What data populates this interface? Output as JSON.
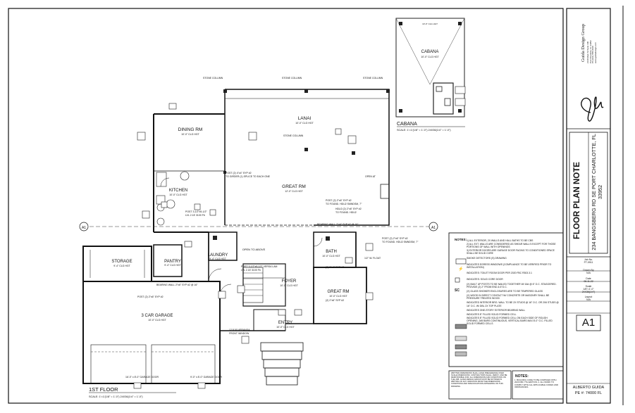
{
  "plan": {
    "floor_title": "1ST FLOOR",
    "scale": "SCALE: 1'=1'(1/8\" = 1'-0\") 24X36(1/4\" = 1'-0\")",
    "rooms": {
      "dining": "DINING RM",
      "lanai": "LANAI",
      "great_rm": "GREAT RM",
      "kitchen": "KITCHEN",
      "laundry": "LAUNDRY",
      "pantry": "PANTRY",
      "storage": "STORAGE",
      "foyer": "FOYER",
      "bath": "BATH",
      "great_rm_2": "GREAT RM",
      "garage": "3 CAR GARAGE",
      "entry": "ENTRY",
      "cabana": "CABANA"
    },
    "cabana_label": "CABANA",
    "cabana_scale": "SCALE: 1'=1'(1/8\" = 1'-0\") 24X36(1/4\" = 1'-0\")",
    "open_to_above": "OPEN TO ABOVE",
    "section_marker": "A1"
  },
  "notes": {
    "heading": "NOTES:",
    "items": [
      "1) ALL EXTERIOR, 2X WALLS AND HALL BATHS TO BE CBS",
      "2) ALL EXT. WALLS ARE CONSIDERED AS SHEAR WALLS EXCEPT FOR THOSE PORTIONS OF WALL WITH OPENINGS",
      "3) EXTERIOR DOORS ARE GARAGE DOOR FACING TO CONDITIONED SPACE SHALL BE SOLID CORE",
      "SMOKE DETECTORS (S) DRAWING",
      "INDICATES EGRESS WINDOWS (COMPLIANCE TO BE VERIFIED PRIOR TO INSTALLATION)",
      "INDICATES: TOILET ROOM DOOR PER 2020 FBC R303.3.1",
      "INDICATES: SOLID CORE DOOR",
      "(X) BUILT UP POSTS TO BE NAILED TOGETHER W/ 16d @ 6\" O.C. STAGGERED. PROVIDE (2) 2\" FROM END & 6\"O.C.",
      "(X) GLASS SHOWER ENCLOSURES ARE TO BE TEMPERED GLASS",
      "(X) WOOD IN DIRECT CONTACT W/ CONCRETE OR MASONRY SHALL BE PRESSURE TREATED WOOD",
      "INDICATED INTERIOR BRG. WALL TO BE 2X STUDS @ 16\" O.C. OR 2X6 STUDS @ 16\" O.C. W/ DBL 2X TOP PLATE",
      "INDICATES ONE-STORY EXTERIOR BEARING WALL",
      "INDICATES 8\" FILLED SOLID FORMED CELL",
      "INDICATES 8\" FILLED SOLID FORMED CELL ON EACH SIDE OF ROUGH OPENING, 2#5 BARS CONTINUOUS, VERTICAL BARS MAX 8'-0\" O.C. FILLED SOLID FORMED CELLS"
    ],
    "warning": "WRITTEN DIMENSIONS SHALL HAVE PRECEDENCE OVER SCALE DIMENSIONS. CONTRACTORS SHALL VERIFY, AND BE RESPONSIBLE FOR, ALL DIMENSIONS AND CONDITIONS ON THE JOB. GUIDA DESIGN GROUP MUST BE NOTIFIED IN WRITING OF ANY VARIATION FROM THE DIMENSIONS, CONDITIONS AND SPECIFICATIONS APPEARING ON THIS DRAWING.",
    "notes2_heading": "NOTES:",
    "notes2_text": "1. BUILDING CODE TO BE COMPLIED WITH 2020 FBC 7TH EDITION. 2. ALL WORK TO COMPLY WITH ALL APPLICABLE CODES AND ORDINANCES."
  },
  "title_block": {
    "company": "Guida Design Group",
    "company_lines": [
      "2140 Main St Suite 100",
      "Port Charlotte, FL 33952",
      "Ph (941) 555-0100",
      "www.guidadesign.com"
    ],
    "sheet_title": "FLOOR PLAN NOTE",
    "address": "234 BANGSBERG RD SE PORT CHARLOTTE, FL 33952",
    "job_no_label": "Job No.",
    "job_no": "FT-0911",
    "drawn_label": "Drawn By",
    "drawn": "N/A",
    "date_label": "Date",
    "date": "06.11.22",
    "scale_label": "Scale",
    "scale_lines": [
      "1/8\"=1'-0\"",
      "24X36(1/4\")"
    ],
    "layout_label": "Layout",
    "layout": "N/A",
    "sheet_no": "A1",
    "engineer": "ALBERTO GUIDA",
    "engineer_license": "PE #: 74000 FL"
  }
}
